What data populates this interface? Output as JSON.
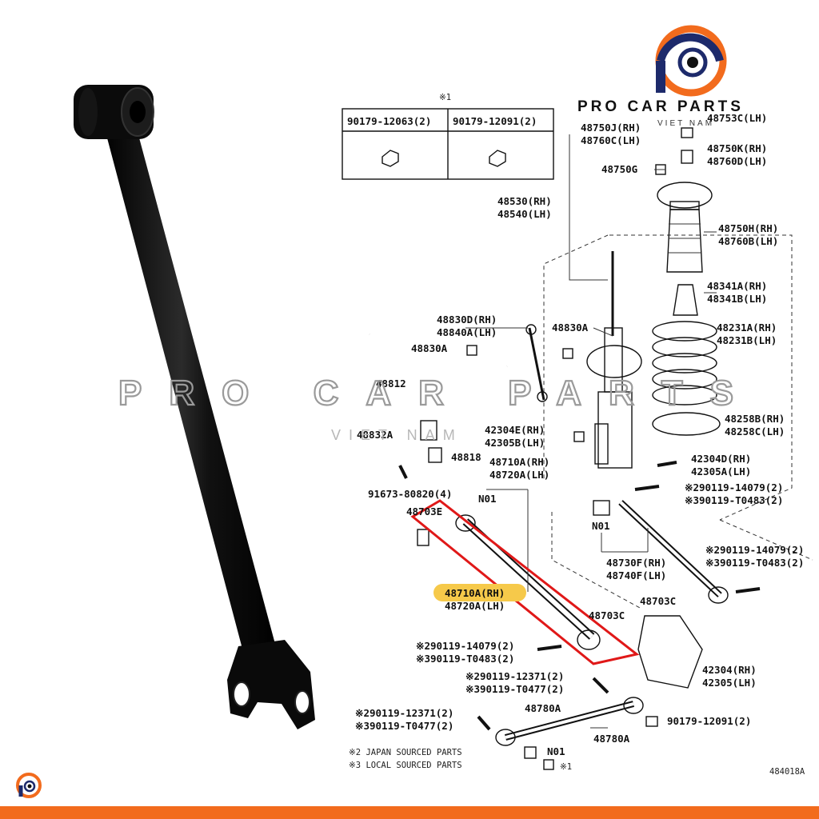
{
  "brand": {
    "name": "PRO CAR PARTS",
    "sub": "VIET NAM",
    "watermark": "PRO CAR PARTS",
    "watermark_sub": "VIET NAM",
    "colors": {
      "orange": "#f26b1d",
      "navy": "#1d2a6b"
    }
  },
  "table": {
    "note_mark": "※1",
    "col1": "90179-12063(2)",
    "col2": "90179-12091(2)"
  },
  "labels": {
    "l48753c": "48753C(LH)",
    "l48750j": "48750J(RH)",
    "l48760c": "48760C(LH)",
    "l48750k": "48750K(RH)",
    "l48760d": "48760D(LH)",
    "l48750g": "48750G",
    "l48530": "48530(RH)",
    "l48540": "48540(LH)",
    "l48750h": "48750H(RH)",
    "l48760b": "48760B(LH)",
    "l48341a": "48341A(RH)",
    "l48341b": "48341B(LH)",
    "l48830d": "48830D(RH)",
    "l48840a": "48840A(LH)",
    "l48830a_1": "48830A",
    "l48830a_2": "48830A",
    "l48231a": "48231A(RH)",
    "l48231b": "48231B(LH)",
    "l48812": "48812",
    "l48258b": "48258B(RH)",
    "l48258c": "48258C(LH)",
    "l48832a": "48832A",
    "l42304e": "42304E(RH)",
    "l42305b": "42305B(LH)",
    "l48818": "48818",
    "l48710a_top": "48710A(RH)",
    "l48720a_top": "48720A(LH)",
    "l42304d": "42304D(RH)",
    "l42305a": "42305A(LH)",
    "l91673": "91673-80820(4)",
    "l_r1a": "※290119-14079(2)",
    "l_r1b": "※390119-T0483(2)",
    "l48703e": "48703E",
    "n01_a": "N01",
    "n01_b": "N01",
    "n01_c": "N01",
    "l_r2a": "※290119-14079(2)",
    "l_r2b": "※390119-T0483(2)",
    "l48730f": "48730F(RH)",
    "l48740f": "48740F(LH)",
    "l48710a_hl": "48710A(RH)",
    "l48720a_hl": "48720A(LH)",
    "l48703c_1": "48703C",
    "l48703c_2": "48703C",
    "l_b1a": "※290119-14079(2)",
    "l_b1b": "※390119-T0483(2)",
    "l42304": "42304(RH)",
    "l42305": "42305(LH)",
    "l_b2a": "※290119-12371(2)",
    "l_b2b": "※390119-T0477(2)",
    "l48780a_1": "48780A",
    "l_b3a": "※290119-12371(2)",
    "l_b3b": "※390119-T0477(2)",
    "l90179": "90179-12091(2)",
    "l48780a_2": "48780A",
    "note2": "※2 JAPAN SOURCED PARTS",
    "note3": "※3 LOCAL SOURCED PARTS",
    "note1": "※1",
    "code": "484018A"
  }
}
